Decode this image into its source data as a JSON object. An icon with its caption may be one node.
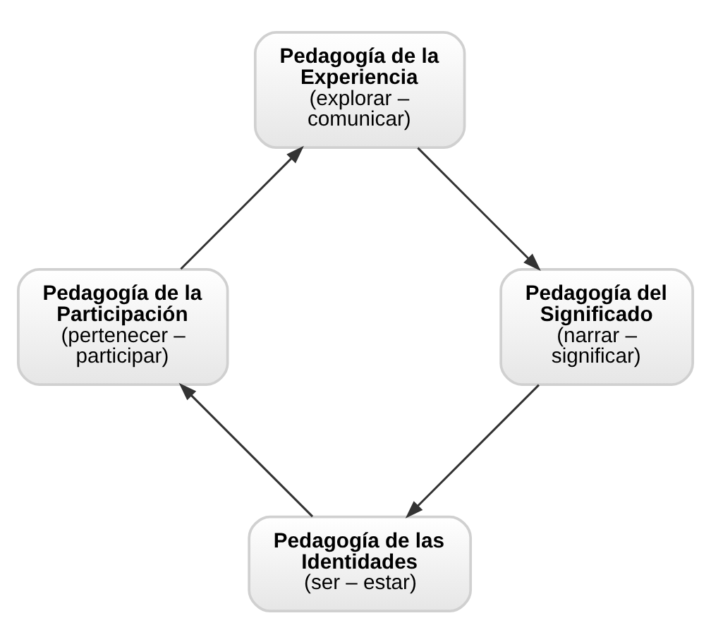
{
  "diagram": {
    "nodes": [
      {
        "text": [
          "Pedagogía de las Identidades",
          "(ser – estar)"
        ]
      },
      {
        "text": [
          "Pedagogía de la Participación",
          "(pertenecer – participar)"
        ]
      },
      {
        "text": [
          "Pedagogía de la Experiencia",
          "(explorar – comunicar)"
        ]
      },
      {
        "text": [
          "Pedagogía del Significado",
          "(narrar – significar)"
        ]
      }
    ],
    "edges": [
      {
        "from": 0,
        "to": 1,
        "arrow": "to"
      },
      {
        "from": 1,
        "to": 2,
        "arrow": "to"
      },
      {
        "from": 2,
        "to": 3,
        "arrow": "to"
      },
      {
        "from": 3,
        "to": 0,
        "arrow": "to"
      }
    ]
  }
}
